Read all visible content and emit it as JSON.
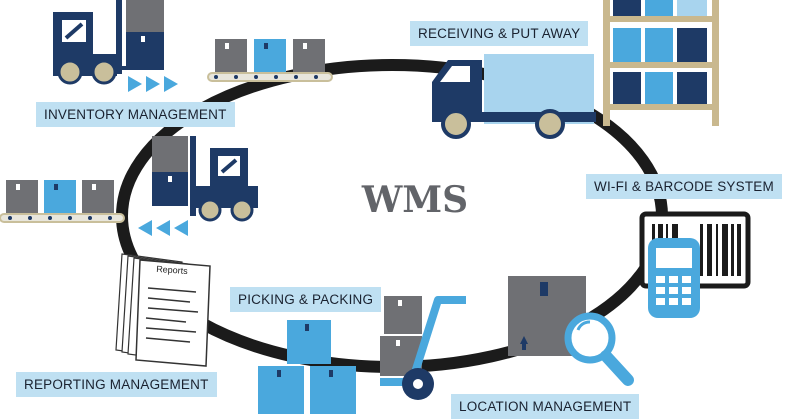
{
  "center": {
    "title": "WMS"
  },
  "labels": {
    "inventory": "INVENTORY MANAGEMENT",
    "receiving": "RECEIVING & PUT AWAY",
    "wifi": "WI-FI & BARCODE SYSTEM",
    "location": "LOCATION MANAGEMENT",
    "picking": "PICKING & PACKING",
    "reporting": "REPORTING MANAGEMENT"
  },
  "document": {
    "title": "Reports"
  },
  "colors": {
    "navy": "#1e3a66",
    "light_blue": "#4aa8dd",
    "gray": "#6f7074",
    "ring": "#1b1b1b",
    "label_bg": "#bfe0f2",
    "rack": "#c9b88e"
  },
  "icons": [
    "forklift-icon",
    "conveyor-icon",
    "truck-icon",
    "shelf-rack-icon",
    "barcode-scanner-icon",
    "magnifier-icon",
    "hand-truck-icon",
    "report-document-icon",
    "box-icon",
    "arrow-icon"
  ]
}
